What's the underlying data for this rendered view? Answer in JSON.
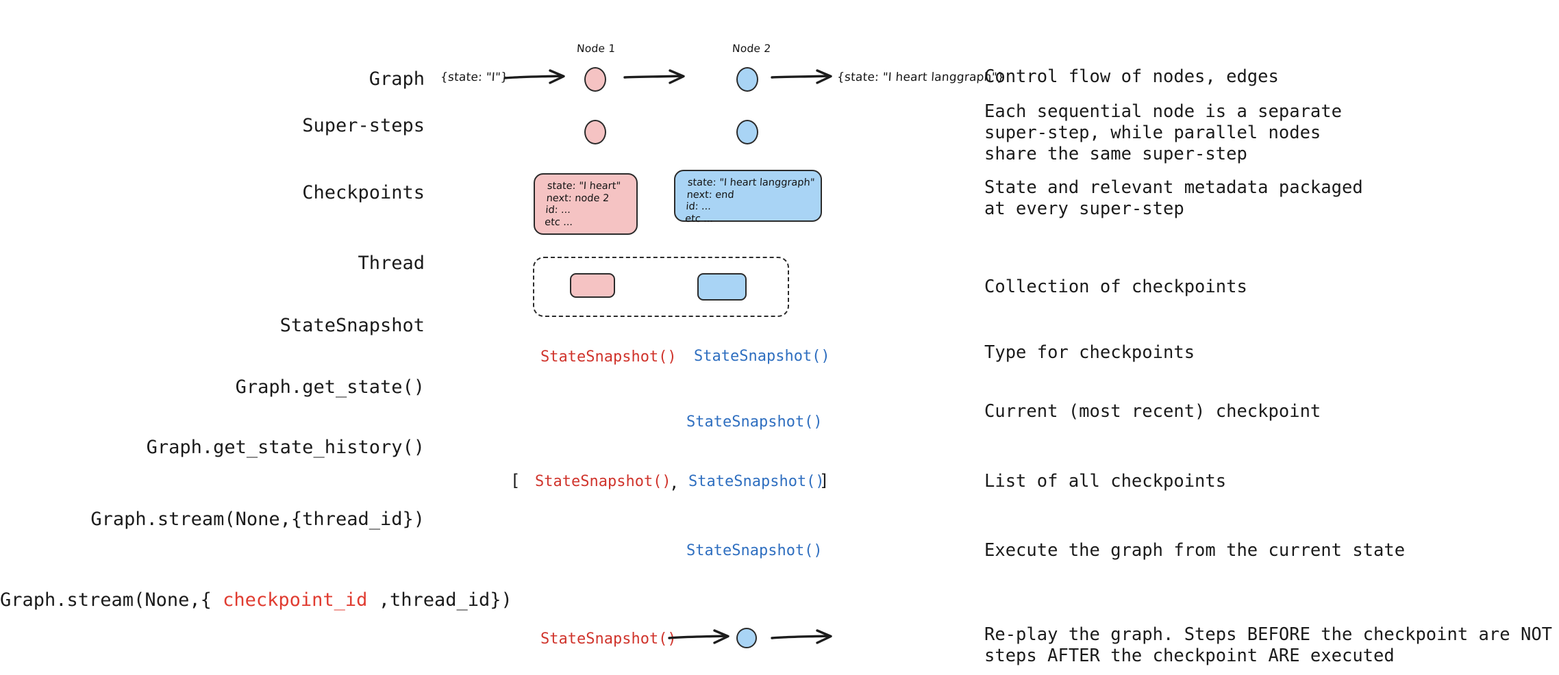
{
  "rows": [
    {
      "id": "graph",
      "label": "Graph",
      "description": "Control flow of nodes, edges"
    },
    {
      "id": "super-steps",
      "label": "Super-steps",
      "description": "Each sequential node is a separate\nsuper-step, while parallel nodes\nshare the same super-step"
    },
    {
      "id": "checkpoints",
      "label": "Checkpoints",
      "description": "State and relevant metadata packaged\nat every super-step"
    },
    {
      "id": "thread",
      "label": "Thread",
      "description": "Collection of checkpoints"
    },
    {
      "id": "statesnapshot",
      "label": "StateSnapshot",
      "description": "Type for checkpoints"
    },
    {
      "id": "get-state",
      "label": "Graph.get_state()",
      "description": "Current (most recent) checkpoint"
    },
    {
      "id": "get-state-history",
      "label": "Graph.get_state_history()",
      "description": "List of all checkpoints"
    },
    {
      "id": "stream-thread",
      "label": "Graph.stream(None,{thread_id})",
      "description": "Execute the graph from the current state"
    },
    {
      "id": "stream-checkpoint",
      "label_prefix": "Graph.stream(None,{ ",
      "label_accent": "checkpoint_id",
      "label_suffix": " ,thread_id})",
      "description": "Re-play the graph. Steps BEFORE the checkpoint are NOT executed,\nsteps AFTER the checkpoint ARE executed"
    }
  ],
  "graph_row": {
    "input_state": "{state: \"I\"}",
    "output_state": "{state: \"I heart langgraph\"}",
    "node1_label": "Node 1",
    "node2_label": "Node 2"
  },
  "checkpoints": {
    "pink": "state: \"I heart\"\nnext: node 2\nid: ...\netc ...",
    "blue": "state: \"I heart langgraph\"\nnext: end\nid: ...\netc ..."
  },
  "tokens": {
    "snapshot": "StateSnapshot()",
    "bracket_open": "[",
    "bracket_close": "]",
    "comma": ","
  },
  "colors": {
    "pink_fill": "#f5c3c3",
    "blue_fill": "#a9d4f5",
    "stroke": "#2b2b2b",
    "snapshot_red": "#d0342c",
    "snapshot_blue": "#2f6fc0",
    "accent_red": "#e03c31",
    "text": "#1b1b1b",
    "background": "#ffffff"
  }
}
